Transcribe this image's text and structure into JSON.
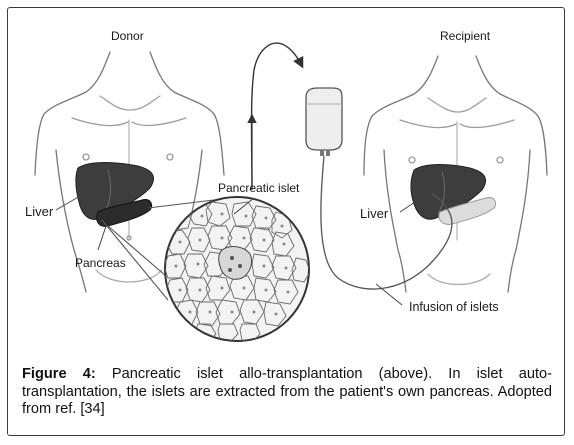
{
  "labels": {
    "donor": "Donor",
    "recipient": "Recipient",
    "pancreatic_islet": "Pancreatic islet",
    "liver_donor": "Liver",
    "pancreas": "Pancreas",
    "liver_recipient": "Liver",
    "infusion": "Infusion of islets"
  },
  "caption": {
    "figure_label": "Figure 4:",
    "text": " Pancreatic islet allo-transplantation (above). In islet auto-transplantation, the islets are extracted from the patient's own pancreas. Adopted from ref. [34]"
  },
  "colors": {
    "liver": "#3d3d3d",
    "outline": "#6a6a6a",
    "frame": "#3a3a3a"
  }
}
